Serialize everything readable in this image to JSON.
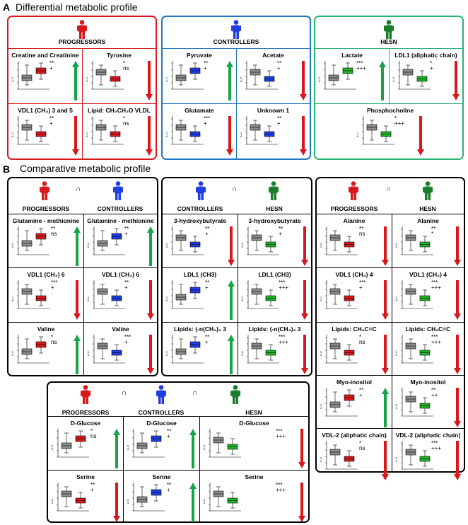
{
  "panel_a": {
    "letter": "A",
    "title": "Differential metabolic profile",
    "groups": {
      "progressors": {
        "label": "PROGRESSORS",
        "color": "#d7191c"
      },
      "controllers": {
        "label": "CONTROLLERS",
        "color": "#1f3fe0"
      },
      "hesn": {
        "label": "HESN",
        "color": "#1a7d2a"
      }
    },
    "plots": [
      {
        "title": "Creatine and Creatinine",
        "sig": "**\n+",
        "trend": "up"
      },
      {
        "title": "Tyrosine",
        "sig": "*\nns",
        "trend": "down"
      },
      {
        "title": "VDL1 (CH₃) 3 and 5",
        "sig": "**\n+",
        "trend": "down"
      },
      {
        "title": "Lipid: CH₃CH₂O VLDL",
        "sig": "*\nns",
        "trend": "down"
      },
      {
        "title": "Pyruvate",
        "sig": "**\n+",
        "trend": "up"
      },
      {
        "title": "Acetate",
        "sig": "**\n+",
        "trend": "down"
      },
      {
        "title": "Glutamate",
        "sig": "***\n+",
        "trend": "down"
      },
      {
        "title": "Unknown 1",
        "sig": "**\n+",
        "trend": "down"
      },
      {
        "title": "Lactate",
        "sig": "***\n+++",
        "trend": "up"
      },
      {
        "title": "LDL1 (aliphatic chain)",
        "sig": "*\n+",
        "trend": "down"
      },
      {
        "title": "Phosphocholine",
        "sig": "*\n+++",
        "trend": "down"
      }
    ]
  },
  "panel_b": {
    "letter": "B",
    "title": "Comparative metabolic profile",
    "cap": "∩",
    "y_label": "A.U.",
    "plots": [
      {
        "title": "Glutamine - methionine",
        "sig": "**\nns",
        "trend": "up"
      },
      {
        "title": "Glutamine - methionine",
        "sig": "**\n+",
        "trend": "up"
      },
      {
        "title": "VDL1 (CH₃) 6",
        "sig": "***\n+",
        "trend": "down"
      },
      {
        "title": "VDL1 (CH₃) 6",
        "sig": "**\n+",
        "trend": "down"
      },
      {
        "title": "Valine",
        "sig": "*\nns",
        "trend": "up"
      },
      {
        "title": "Valine",
        "sig": "***\n+",
        "trend": "down"
      },
      {
        "title": "3-hydroxybutyrate",
        "sig": "**\n+",
        "trend": "down"
      },
      {
        "title": "3-hydroxybutyrate",
        "sig": "**\n+",
        "trend": "down"
      },
      {
        "title": "LDL1 (CH3)",
        "sig": "**\n+",
        "trend": "up"
      },
      {
        "title": "LDL1 (CH3)",
        "sig": "***\n+++",
        "trend": "down"
      },
      {
        "title": "Lipids: (-n(CH₃)₃ 3",
        "sig": "**\n+",
        "trend": "up"
      },
      {
        "title": "Lipids: (-n(CH₃)₃ 3",
        "sig": "***\n+++",
        "trend": "down"
      },
      {
        "title": "Alanine",
        "sig": "**\nns",
        "trend": "down"
      },
      {
        "title": "Alanine",
        "sig": "**\n*",
        "trend": "down"
      },
      {
        "title": "VDL1 (CH₃) 4",
        "sig": "***\n+",
        "trend": "down"
      },
      {
        "title": "VDL1 (CH₃) 4",
        "sig": "***\n+++",
        "trend": "down"
      },
      {
        "title": "Lipids: CH₂C=C",
        "sig": "*\nns",
        "trend": "down"
      },
      {
        "title": "Lipids: CH₂C=C",
        "sig": "***\n+++",
        "trend": "down"
      },
      {
        "title": "Myo-inositol",
        "sig": "**\n+",
        "trend": "up"
      },
      {
        "title": "Myo-inositol",
        "sig": "**\n++",
        "trend": "down"
      },
      {
        "title": "VDL-2 (aliphatic chain)",
        "sig": "*\nns",
        "trend": "down"
      },
      {
        "title": "VDL-2 (aliphatic chain)",
        "sig": "***\n+++",
        "trend": "down"
      },
      {
        "title": "D-Glucose",
        "sig": "*\nns",
        "trend": "up"
      },
      {
        "title": "D-Glucose",
        "sig": "**\n+",
        "trend": "up"
      },
      {
        "title": "D-Glucose",
        "sig": "***\n+++",
        "trend": "down"
      },
      {
        "title": "Serine",
        "sig": "**\n+",
        "trend": "down"
      },
      {
        "title": "Serine",
        "sig": "**\n+",
        "trend": "up"
      },
      {
        "title": "Serine",
        "sig": "***\n+++",
        "trend": "down"
      }
    ]
  },
  "colors": {
    "red": "#d7191c",
    "blue": "#1f3fe0",
    "green": "#1a7d2a",
    "arrow_green": "#16a34a",
    "gray": "#8c8c8c"
  }
}
